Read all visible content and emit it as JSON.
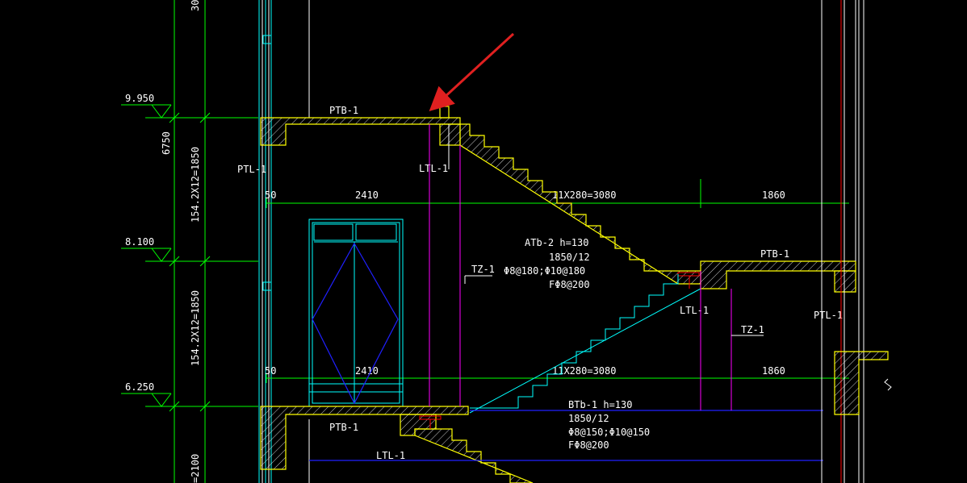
{
  "elevations": [
    {
      "id": "elev-1",
      "value": "9.950"
    },
    {
      "id": "elev-2",
      "value": "8.100"
    },
    {
      "id": "elev-3",
      "value": "6.250"
    }
  ],
  "vertical_dims": {
    "top": "30",
    "d6750": "6750",
    "flight_upper": "154.2X12=1850",
    "flight_lower": "154.2X12=1850",
    "bottom": "=2100"
  },
  "horizontal_dims": {
    "upper": {
      "d50": "50",
      "d2410": "2410",
      "steps": "11X280=3080",
      "d1860": "1860"
    },
    "lower": {
      "d50": "50",
      "d2410": "2410",
      "steps": "11X280=3080",
      "d1860": "1860"
    }
  },
  "labels": {
    "ptb_top": "PTB-1",
    "ptb_mid": "PTB-1",
    "ptb_bottom": "PTB-1",
    "ptl_left": "PTL-1",
    "ptl_right": "PTL-1",
    "ltl_top": "LTL-1",
    "ltl_mid": "LTL-1",
    "ltl_bottom": "LTL-1",
    "tz_left": "TZ-1",
    "tz_right": "TZ-1"
  },
  "atb": {
    "line1": "ATb-2  h=130",
    "line2": "1850/12",
    "line3": "Φ8@180;Φ10@180",
    "line4": "FΦ8@200"
  },
  "btb": {
    "line1": "BTb-1  h=130",
    "line2": "1850/12",
    "line3": "Φ8@150;Φ10@150",
    "line4": "FΦ8@200"
  },
  "colors": {
    "background": "#000000",
    "dimension": "#00ff00",
    "structure": "#ffff00",
    "column": "#ff00ff",
    "door": "#00ffff",
    "beam": "#2020ff",
    "annotation_arrow": "#e02020"
  }
}
